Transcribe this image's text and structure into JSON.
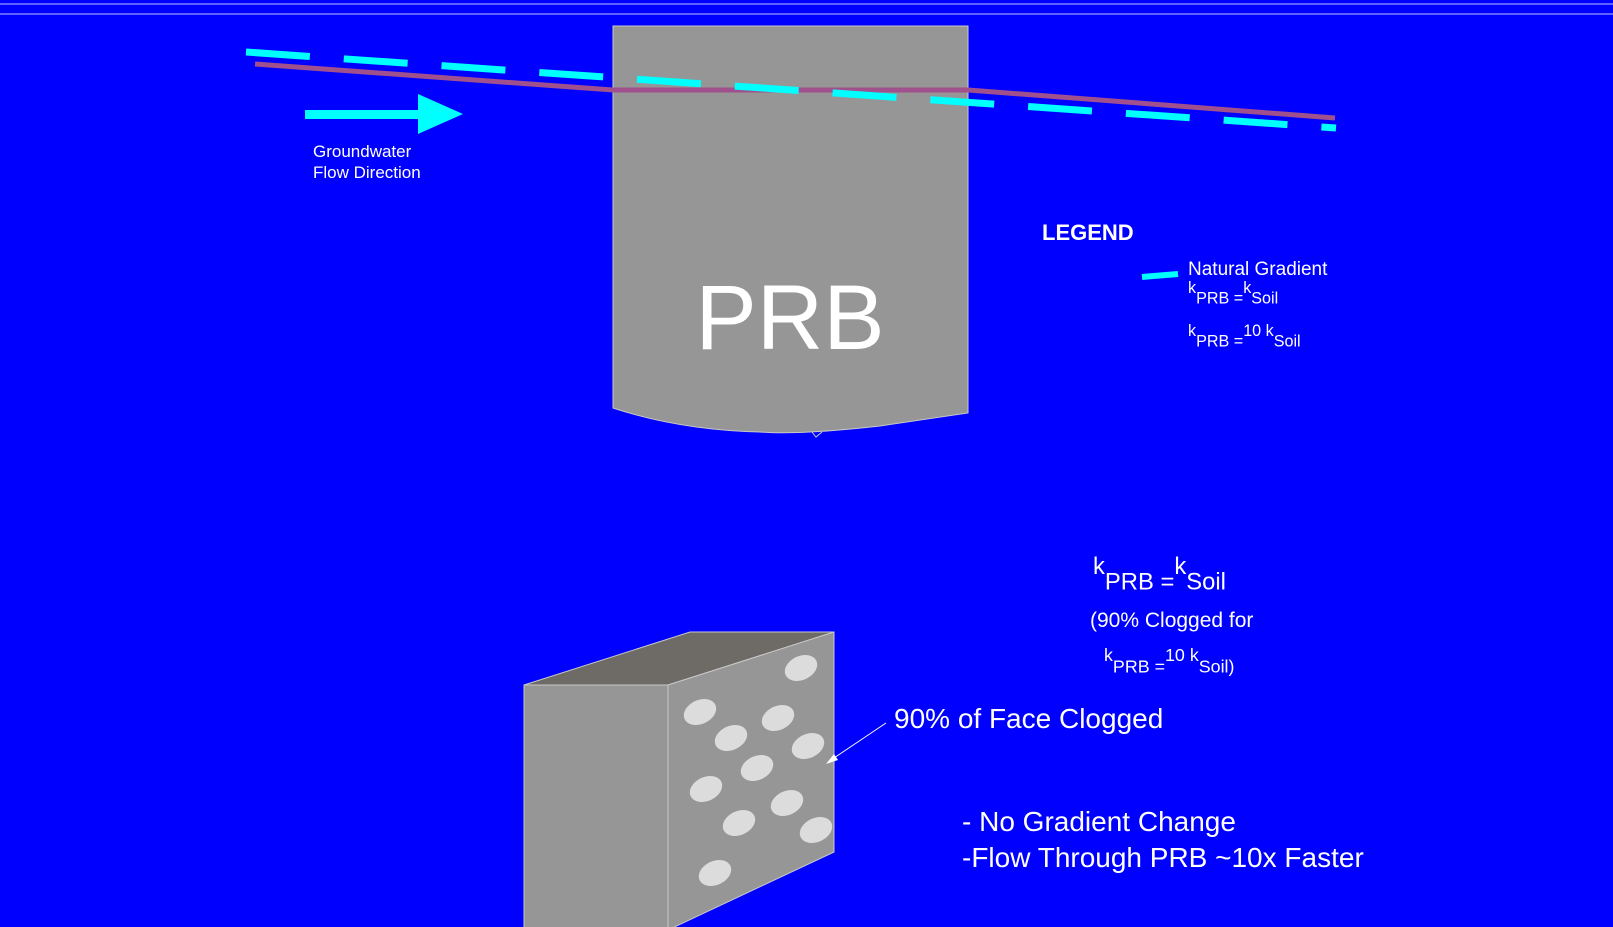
{
  "colors": {
    "background": "#0000ff",
    "natural_gradient": "#00ffff",
    "prb_gradient": "#a0508c",
    "prb_fill": "#969696",
    "text": "#ffffff",
    "block_top": "#6e6a66"
  },
  "icons": {
    "flow_arrow": "right-arrow-icon"
  },
  "diagram": {
    "prb_label": "PRB",
    "groundwater_label_line1": "Groundwater",
    "groundwater_label_line2": "Flow Direction"
  },
  "legend": {
    "title": "LEGEND",
    "natural_gradient": {
      "label": "Natural Gradient",
      "k1": "k",
      "sub1": "PRB =",
      "k2": "k",
      "sub2": "Soil"
    },
    "prb_gradient": {
      "k1": "k",
      "sub1": "PRB =",
      "sup": "10",
      "k2": " k",
      "sub2": "Soil"
    }
  },
  "clog_condition": {
    "k1": "k",
    "sub1": "PRB =",
    "k2": "k",
    "sub2": "Soil",
    "note_line1": "(90% Clogged for",
    "note_k1": "k",
    "note_sub1": "PRB =",
    "note_sup": "10",
    "note_k2": " k",
    "note_sub2": "Soil)"
  },
  "block": {
    "face_label": "90% of Face Clogged"
  },
  "bullets": [
    "- No Gradient Change",
    "-Flow Through PRB ~10x Faster"
  ]
}
